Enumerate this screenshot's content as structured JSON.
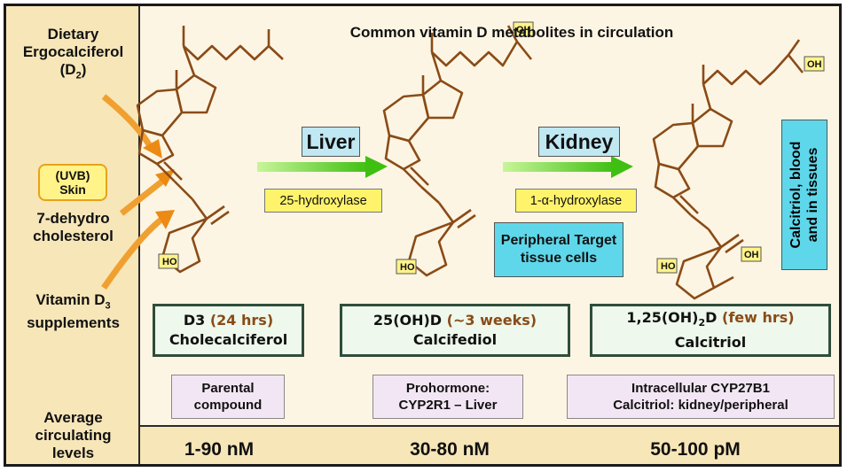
{
  "title": "Common vitamin D metabolites in circulation",
  "sidebar": {
    "dietary": [
      "Dietary",
      "Ergocalciferol",
      "(D",
      "2",
      ")"
    ],
    "uvb": [
      "(UVB)",
      "Skin"
    ],
    "dehydro": [
      "7-dehydro",
      "cholesterol"
    ],
    "supplements": [
      "Vitamin D",
      "3",
      "supplements"
    ],
    "average": [
      "Average",
      "circulating",
      "levels"
    ]
  },
  "organs": {
    "liver": "Liver",
    "kidney": "Kidney"
  },
  "enzymes": {
    "e1": "25-hydroxylase",
    "e2": "1-α-hydroxylase"
  },
  "peripheral": [
    "Peripheral Target",
    "tissue cells"
  ],
  "calcitriol_tissue": [
    "Calcitriol, blood",
    "and in tissues"
  ],
  "molecule_labels": {
    "oh": "OH",
    "ho": "HO"
  },
  "metabolites": {
    "d3": {
      "name": "D3",
      "time": "(24 hrs)",
      "full": "Cholecalciferol"
    },
    "m25": {
      "name": "25(OH)D",
      "time": "(~3 weeks)",
      "full": "Calcifediol"
    },
    "m125": {
      "name_a": "1,25(OH)",
      "name_sub": "2",
      "name_b": "D",
      "time": "(few hrs)",
      "full": "Calcitriol"
    }
  },
  "roles": {
    "parental": [
      "Parental",
      "compound"
    ],
    "prohormone": [
      "Prohormone:",
      "CYP2R1 – Liver"
    ],
    "intracellular": [
      "Intracellular CYP27B1",
      "Calcitriol: kidney/peripheral"
    ]
  },
  "levels": {
    "d3": "1-90 nM",
    "m25": "30-80 nM",
    "m125": "50-100 pM"
  },
  "colors": {
    "sidebar": "#f7e6b8",
    "panel": "#fdf5e3",
    "bond": "#8a4b17",
    "arrow": "#6fdc2c",
    "source_arrow": "#f0a030"
  }
}
